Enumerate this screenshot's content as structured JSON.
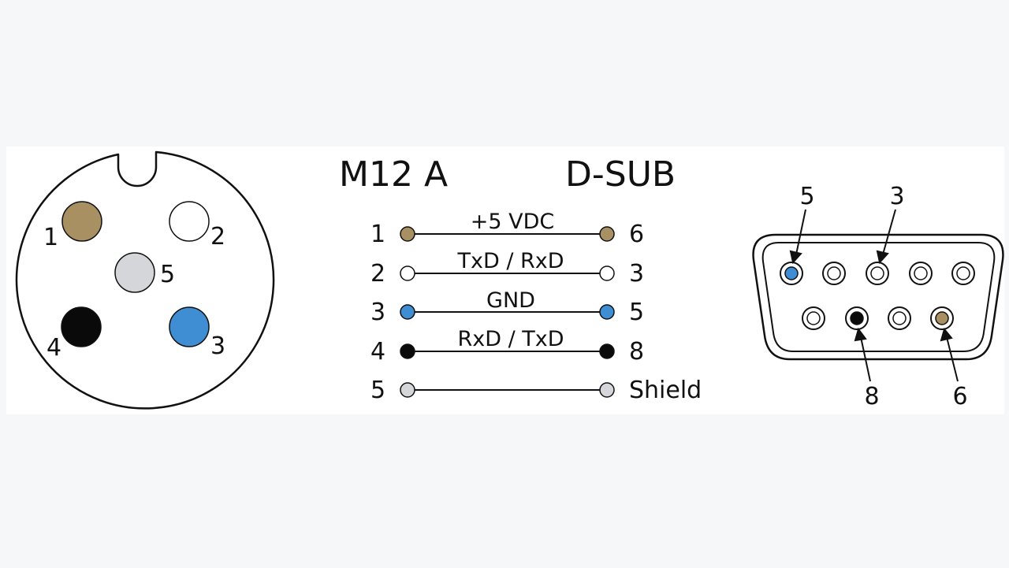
{
  "titles": {
    "left": "M12 A",
    "right": "D-SUB"
  },
  "colors": {
    "brown": "#a89063",
    "white": "#ffffff",
    "grey": "#d4d6d9",
    "black": "#0a0a0a",
    "blue": "#3f8ed4",
    "outline": "#111111"
  },
  "m12_pins": [
    {
      "label": "1",
      "color": "brown"
    },
    {
      "label": "2",
      "color": "white"
    },
    {
      "label": "5",
      "color": "grey"
    },
    {
      "label": "4",
      "color": "black"
    },
    {
      "label": "3",
      "color": "blue"
    }
  ],
  "wiring": [
    {
      "m12": "1",
      "signal": "+5 VDC",
      "dsub": "6",
      "color": "brown"
    },
    {
      "m12": "2",
      "signal": "TxD / RxD",
      "dsub": "3",
      "color": "white"
    },
    {
      "m12": "3",
      "signal": "GND",
      "dsub": "5",
      "color": "blue"
    },
    {
      "m12": "4",
      "signal": "RxD / TxD",
      "dsub": "8",
      "color": "black"
    },
    {
      "m12": "5",
      "signal": "",
      "dsub": "Shield",
      "color": "grey"
    }
  ],
  "dsub_pins": {
    "top_row": [
      "blue",
      "white",
      "white",
      "white",
      "white"
    ],
    "bottom_row": [
      "white",
      "black",
      "white",
      "brown"
    ],
    "callouts": [
      "5",
      "3",
      "8",
      "6"
    ]
  }
}
